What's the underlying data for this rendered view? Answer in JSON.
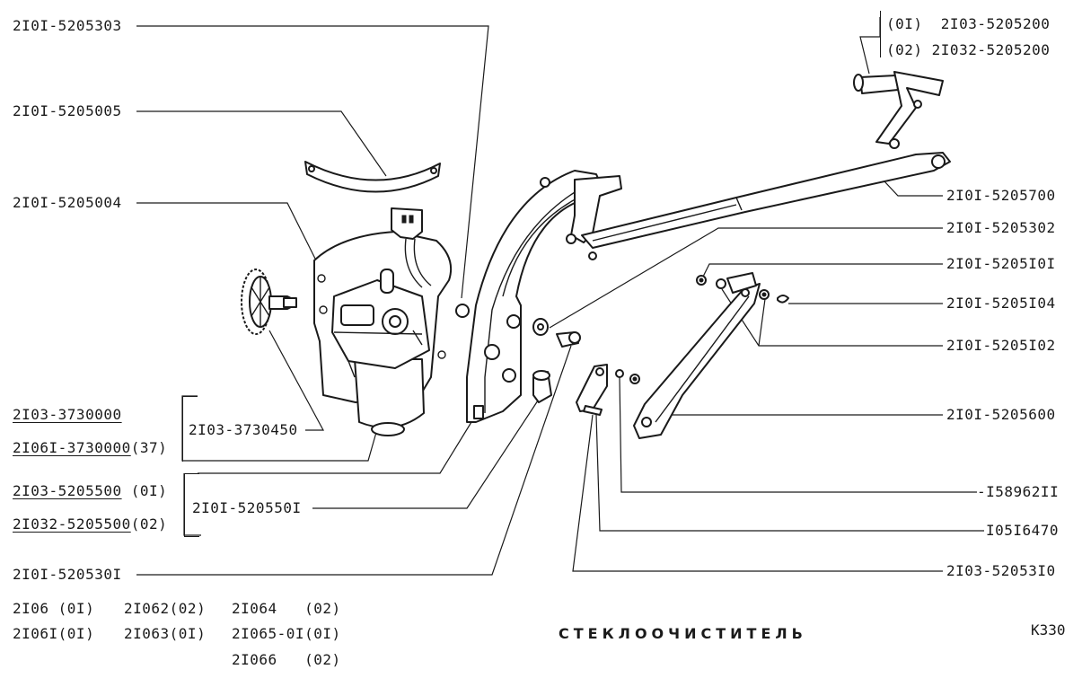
{
  "diagram": {
    "title": "СТЕКЛООЧИСТИТЕЛЬ",
    "page_code": "K330",
    "left_labels": {
      "motor_gear": "2I0I-5205303",
      "strap": "2I0I-5205005",
      "bracket": "2I0I-5205004",
      "motor_alt_a": "2I03-3730000",
      "motor_alt_b": "2I06I-3730000",
      "motor_alt_b_note": "(37)",
      "motor_main": "2I03-3730450",
      "frame_alt_a": "2I03-5205500",
      "frame_alt_a_note": " (0I)",
      "frame_alt_b": "2I032-5205500",
      "frame_alt_b_note": "(02)",
      "frame_main": "2I0I-520550I",
      "bolt": "2I0I-520530I"
    },
    "right_labels": {
      "pivot_variant_1": "(0I)  2I03-5205200",
      "pivot_variant_2": "(02) 2I032-5205200",
      "long_rod": "2I0I-5205700",
      "bushing": "2I0I-5205302",
      "washer_a": "2I0I-5205I0I",
      "clip": "2I0I-5205I04",
      "washer_b": "2I0I-5205I02",
      "short_rod": "2I0I-5205600",
      "washer_c": "-I58962II",
      "nut": "I05I6470",
      "crank": "2I03-52053I0"
    },
    "applicability": {
      "r1c1": "2I06 (0I)",
      "r1c2": "2I062(02)",
      "r1c3": "2I064   (02)",
      "r2c1": "2I06I(0I)",
      "r2c2": "2I063(0I)",
      "r2c3": "2I065-0I(0I)",
      "r3c3": "2I066   (02)"
    }
  }
}
